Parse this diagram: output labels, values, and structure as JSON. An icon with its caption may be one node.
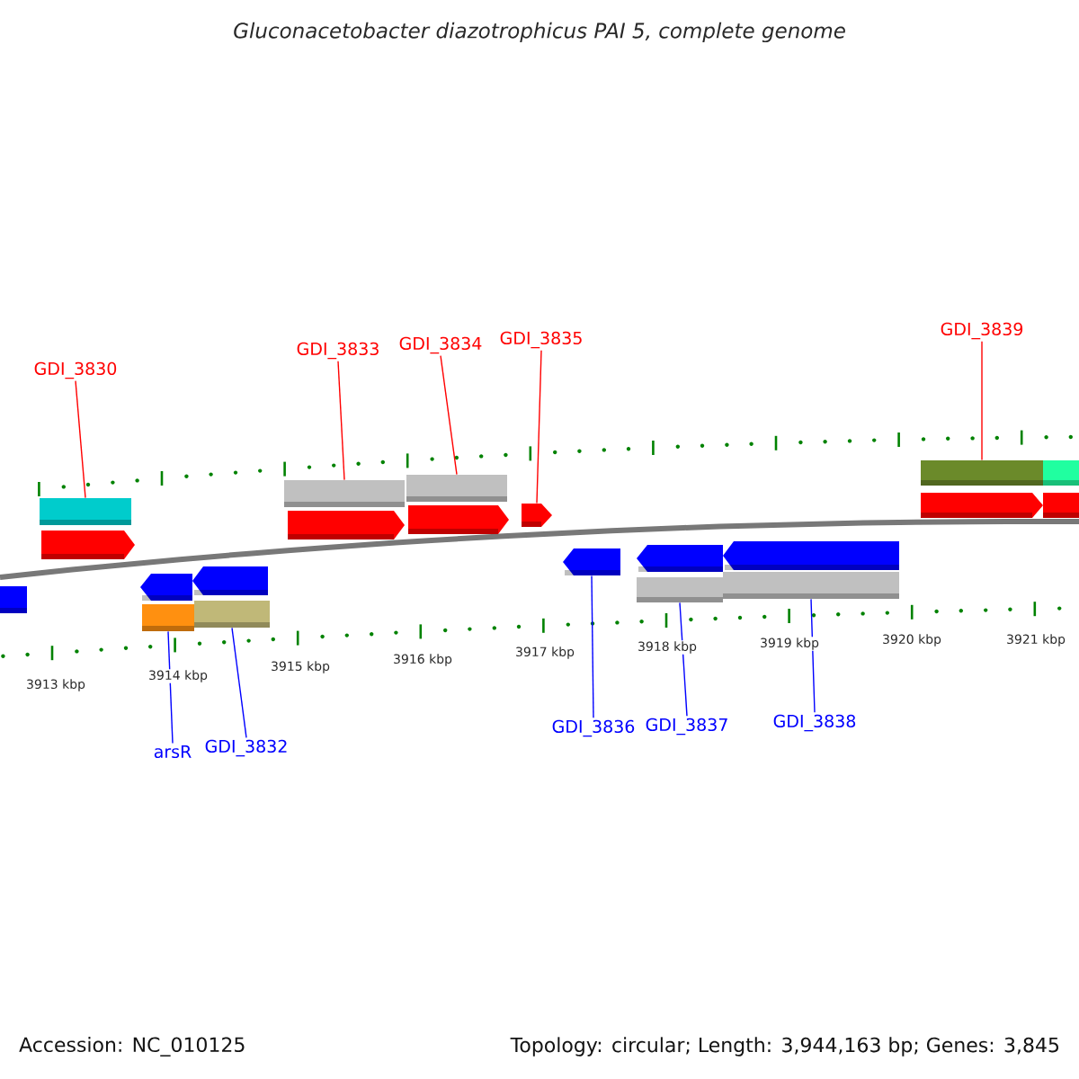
{
  "diagram": {
    "title": "Gluconacetobacter diazotrophicus PAI 5, complete genome",
    "nodes": [
      {
        "text": [
          "GDI_3830"
        ]
      },
      {
        "text": [
          "GDI_3833"
        ]
      },
      {
        "text": [
          "GDI_3834"
        ]
      },
      {
        "text": [
          "GDI_3835"
        ]
      },
      {
        "text": [
          "GDI_3839"
        ]
      },
      {
        "text": [
          "arsR"
        ]
      },
      {
        "text": [
          "GDI_3832"
        ]
      },
      {
        "text": [
          "GDI_3836"
        ]
      },
      {
        "text": [
          "GDI_3837"
        ]
      },
      {
        "text": [
          "GDI_3838"
        ]
      },
      {
        "text": [],
        "shape": "bar"
      },
      {
        "text": [],
        "shape": "arrow"
      },
      {
        "text": [],
        "shape": "bar"
      },
      {
        "text": [],
        "shape": "arrow"
      },
      {
        "text": [],
        "shape": "bar"
      },
      {
        "text": [],
        "shape": "arrow"
      },
      {
        "text": [],
        "shape": "arrow"
      },
      {
        "text": [],
        "shape": "bar"
      },
      {
        "text": [],
        "shape": "bar"
      },
      {
        "text": [],
        "shape": "arrow"
      },
      {
        "text": [],
        "shape": "bar"
      },
      {
        "text": [],
        "shape": "bar"
      },
      {
        "text": [],
        "shape": "arrow"
      },
      {
        "text": [],
        "shape": "arrow"
      },
      {
        "text": [],
        "shape": "bar"
      },
      {
        "text": [],
        "shape": "bar"
      },
      {
        "text": [],
        "shape": "arrow"
      },
      {
        "text": [],
        "shape": "arrow"
      },
      {
        "text": [],
        "shape": "arrow"
      },
      {
        "text": [],
        "shape": "bar"
      },
      {
        "text": [],
        "shape": "bar"
      }
    ],
    "edges": [
      {
        "from": 0,
        "to": 10,
        "arrow": "none"
      },
      {
        "from": 1,
        "to": 12,
        "arrow": "none"
      },
      {
        "from": 2,
        "to": 14,
        "arrow": "none"
      },
      {
        "from": 3,
        "to": 16,
        "arrow": "none"
      },
      {
        "from": 4,
        "to": 17,
        "arrow": "none"
      },
      {
        "from": 5,
        "to": 24,
        "arrow": "none",
        "color": "#0000ff"
      },
      {
        "from": 6,
        "to": 25,
        "arrow": "none",
        "color": "#0000ff"
      },
      {
        "from": 7,
        "to": 26,
        "arrow": "none",
        "color": "#0000ff"
      },
      {
        "from": 8,
        "to": 29,
        "arrow": "none",
        "color": "#0000ff"
      },
      {
        "from": 9,
        "to": 30,
        "arrow": "none",
        "color": "#0000ff"
      }
    ],
    "labels": [
      "3913 kbp",
      "3914 kbp",
      "3915 kbp",
      "3916 kbp",
      "3917 kbp",
      "3918 kbp",
      "3919 kbp",
      "3920 kbp",
      "3921 kbp",
      "Accession: NC_010125",
      "Topology: circular; Length: 3,944,163 bp; Genes: 3,845"
    ]
  }
}
